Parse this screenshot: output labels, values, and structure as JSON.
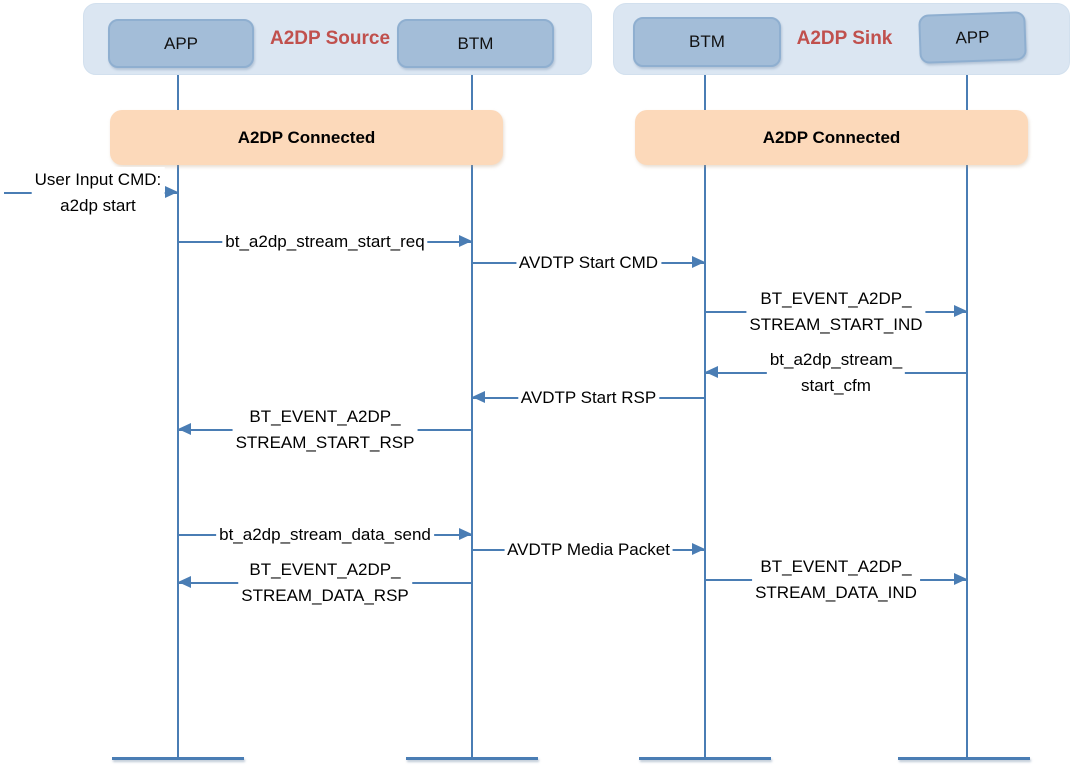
{
  "diagram": {
    "title_left": "A2DP Source",
    "title_right": "A2DP Sink",
    "nodes": {
      "src_app": "APP",
      "src_btm": "BTM",
      "sink_btm": "BTM",
      "sink_app": "APP"
    },
    "states": {
      "left": "A2DP Connected",
      "right": "A2DP Connected"
    },
    "messages": [
      {
        "id": "user-input-cmd",
        "direction": "right",
        "lines": [
          "User Input CMD:",
          "a2dp start"
        ]
      },
      {
        "id": "stream-start-req",
        "direction": "right",
        "lines": [
          "bt_a2dp_stream_start_req"
        ]
      },
      {
        "id": "avdtp-start-cmd",
        "direction": "right",
        "lines": [
          "AVDTP Start CMD"
        ]
      },
      {
        "id": "stream-start-ind",
        "direction": "right",
        "lines": [
          "BT_EVENT_A2DP_",
          "STREAM_START_IND"
        ]
      },
      {
        "id": "stream-start-cfm",
        "direction": "left",
        "lines": [
          "bt_a2dp_stream_",
          "start_cfm"
        ]
      },
      {
        "id": "avdtp-start-rsp",
        "direction": "left",
        "lines": [
          "AVDTP Start RSP"
        ]
      },
      {
        "id": "stream-start-rsp",
        "direction": "left",
        "lines": [
          "BT_EVENT_A2DP_",
          "STREAM_START_RSP"
        ]
      },
      {
        "id": "stream-data-send",
        "direction": "right",
        "lines": [
          "bt_a2dp_stream_data_send"
        ]
      },
      {
        "id": "avdtp-media-packet",
        "direction": "right",
        "lines": [
          "AVDTP Media Packet"
        ]
      },
      {
        "id": "stream-data-rsp",
        "direction": "left",
        "lines": [
          "BT_EVENT_A2DP_",
          "STREAM_DATA_RSP"
        ]
      },
      {
        "id": "stream-data-ind",
        "direction": "right",
        "lines": [
          "BT_EVENT_A2DP_",
          "STREAM_DATA_IND"
        ]
      }
    ],
    "colors": {
      "line": "#4a7db4",
      "group_fill": "#dbe6f2",
      "node_fill": "#a3bdd8",
      "node_border": "#8fafd0",
      "state_fill": "#fcd9ba",
      "title_red": "#c0504d"
    }
  }
}
